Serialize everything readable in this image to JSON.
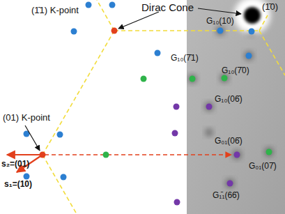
{
  "diagram": {
    "labels": [
      "Dirac Cone",
      "(1̄1) K-point",
      "(1̄0)",
      "G₁₀(10)",
      "G₁₀(7̄1)",
      "G₁₀(7̄0)",
      "G₁₀(06̄)",
      "G₀₁(06̄)",
      "G₀₁(07̄)",
      "G₁̄₁(66̄)",
      "(01) K-point",
      "s₂=(01)",
      "s₁=(10)"
    ]
  }
}
